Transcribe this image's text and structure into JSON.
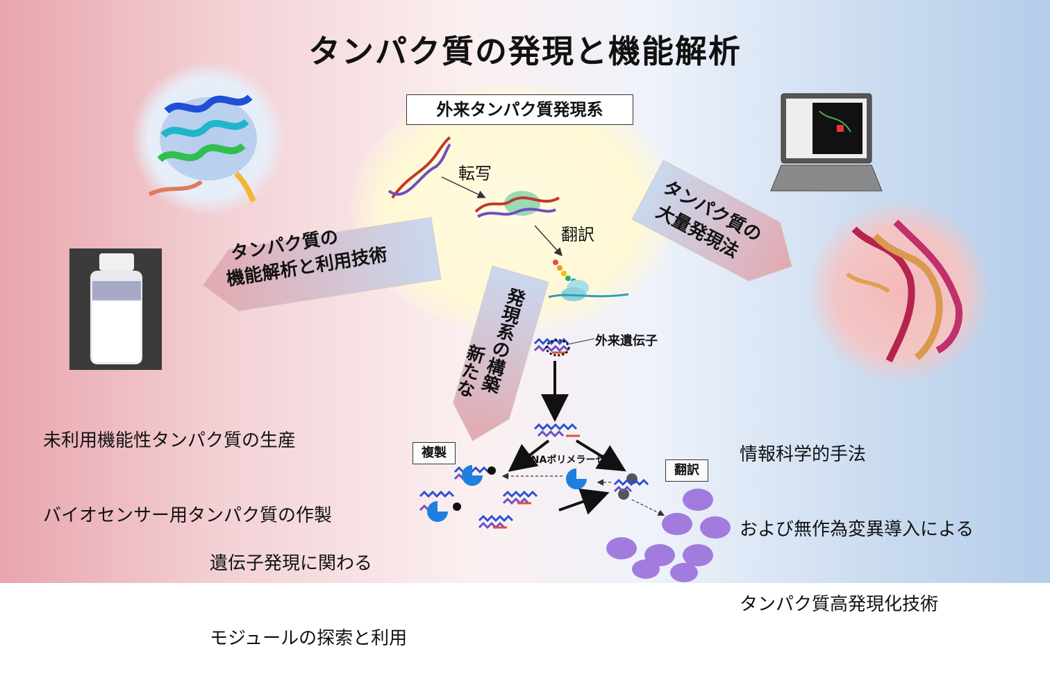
{
  "title": "タンパク質の発現と機能解析",
  "center_box": "外来タンパク質発現系",
  "labels": {
    "transcription": "転写",
    "translation": "翻訳"
  },
  "arrow_left": {
    "line1": "タンパク質の",
    "line2": "機能解析と利用技術"
  },
  "arrow_right": {
    "line1": "タンパク質の",
    "line2": "大量発現法"
  },
  "arrow_down": {
    "line1": "新たな",
    "line2": "発現系の構築"
  },
  "gene_system": {
    "foreign_gene": "外来遺伝子",
    "replication": "複製",
    "translation": "翻訳",
    "rna_polymerase": "RNAポリメラーゼ"
  },
  "captions": {
    "left": [
      "未利用機能性タンパク質の生産",
      "バイオセンサー用タンパク質の作製"
    ],
    "right": [
      "情報科学的手法",
      "および無作為変異導入による",
      "タンパク質高発現化技術"
    ],
    "bottom": [
      "遺伝子発現に関わる",
      "モジュールの探索と利用"
    ]
  },
  "colors": {
    "dna_red": "#c0392b",
    "dna_blue": "#6a4fc4",
    "polymerase": "#1f7fe0",
    "protein": "#9b6fdc"
  }
}
